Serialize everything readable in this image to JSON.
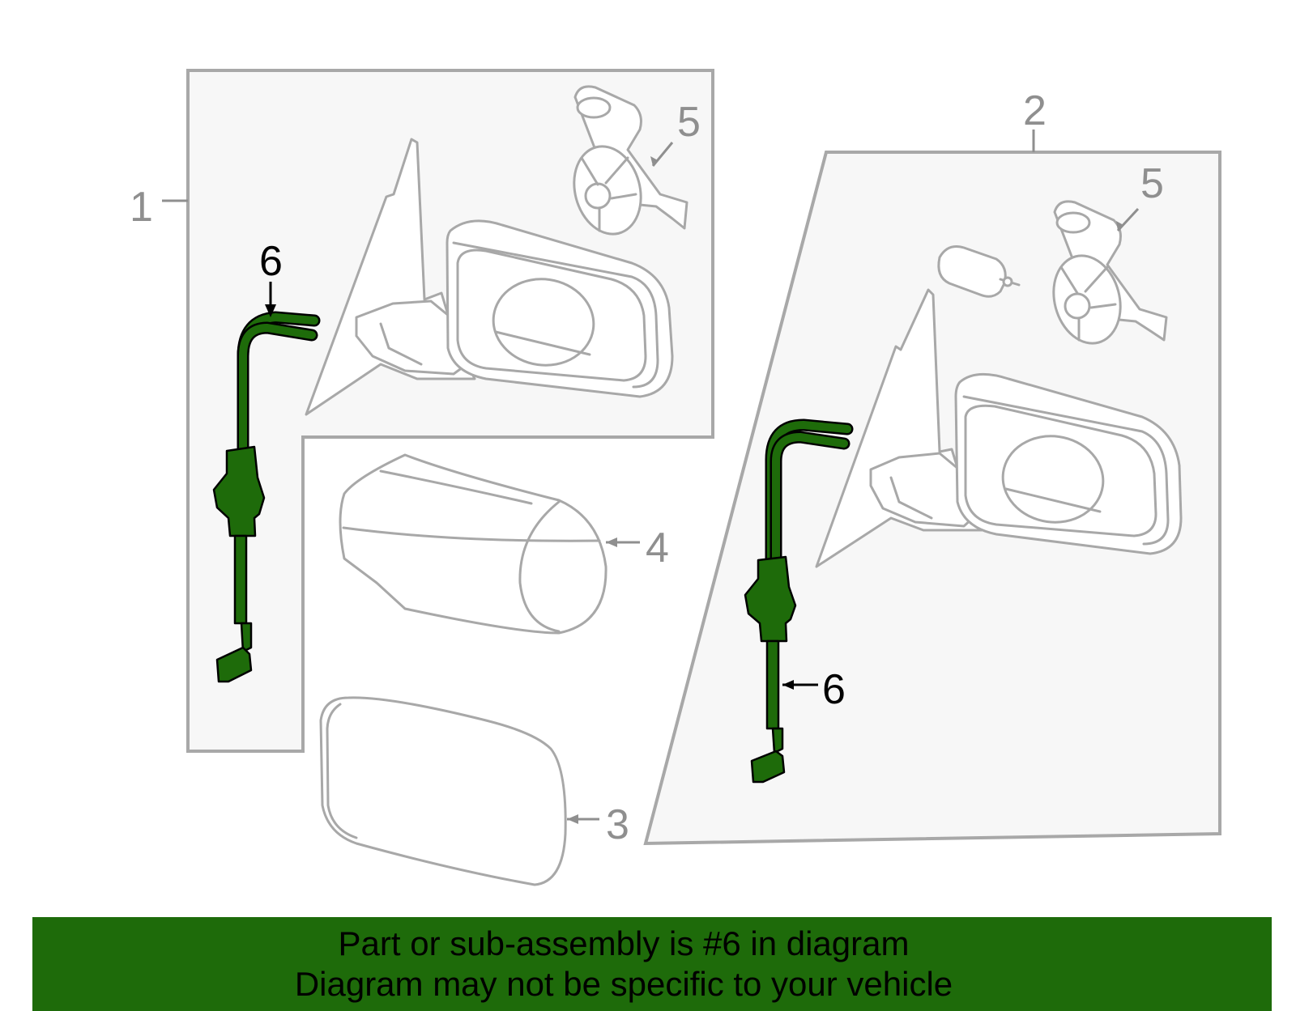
{
  "callouts": {
    "assembly_left": "1",
    "assembly_right": "2",
    "glass": "3",
    "cover": "4",
    "motor_left": "5",
    "motor_right": "5",
    "harness_left": "6",
    "harness_right": "6"
  },
  "highlight_color": "#1e6b0a",
  "banner": {
    "line1": "Part or sub-assembly is #6 in diagram",
    "line2": "Diagram may not be specific to your vehicle"
  }
}
